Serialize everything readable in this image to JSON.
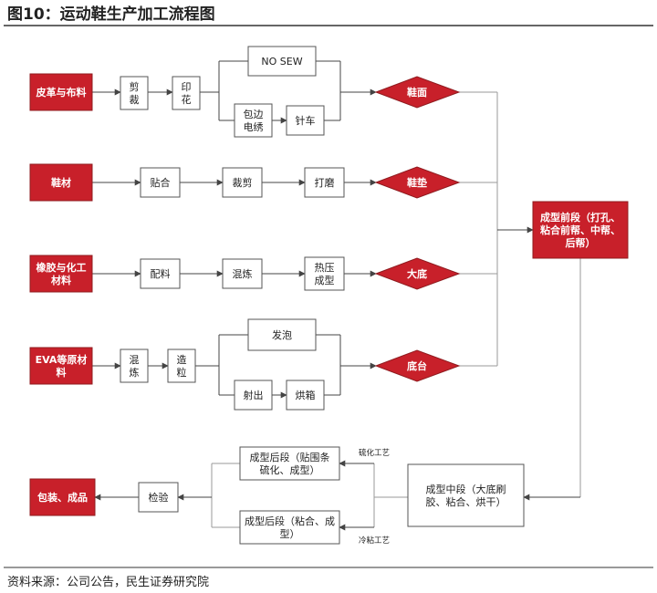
{
  "header": {
    "title": "图10：运动鞋生产加工流程图"
  },
  "footer": {
    "source": "资料来源：公司公告，民生证券研究院"
  },
  "nodes": {
    "leather": [
      "皮革与布料"
    ],
    "cut": [
      "剪",
      "裁"
    ],
    "print": [
      "印",
      "花"
    ],
    "nosew": [
      "NO SEW"
    ],
    "edge": [
      "包边",
      "电绣"
    ],
    "needle": [
      "针车"
    ],
    "upper": [
      "鞋面"
    ],
    "material": [
      "鞋材"
    ],
    "paste": [
      "贴合"
    ],
    "cutting": [
      "裁剪"
    ],
    "grind": [
      "打磨"
    ],
    "insole": [
      "鞋垫"
    ],
    "rubber": [
      "橡胶与化工",
      "材料"
    ],
    "mix": [
      "配料"
    ],
    "refine": [
      "混炼"
    ],
    "press": [
      "热压",
      "成型"
    ],
    "outsole": [
      "大底"
    ],
    "eva": [
      "EVA等原材",
      "料"
    ],
    "evamix": [
      "混",
      "炼"
    ],
    "granule": [
      "造",
      "粒"
    ],
    "foam": [
      "发泡"
    ],
    "inject": [
      "射出"
    ],
    "bake": [
      "烘箱"
    ],
    "sole": [
      "底台"
    ],
    "front": [
      "成型前段（打孔、",
      "粘合前帮、中帮、",
      "后帮）"
    ],
    "mid": [
      "成型中段（大底刷",
      "胶、粘合、烘干）"
    ],
    "back1": [
      "成型后段（贴围条",
      "硫化、成型）"
    ],
    "back2": [
      "成型后段（粘合、成",
      "型）"
    ],
    "inspect": [
      "检验"
    ],
    "package": [
      "包装、成品"
    ]
  },
  "edge_labels": {
    "vulcan": "硫化工艺",
    "cold": "冷粘工艺"
  }
}
